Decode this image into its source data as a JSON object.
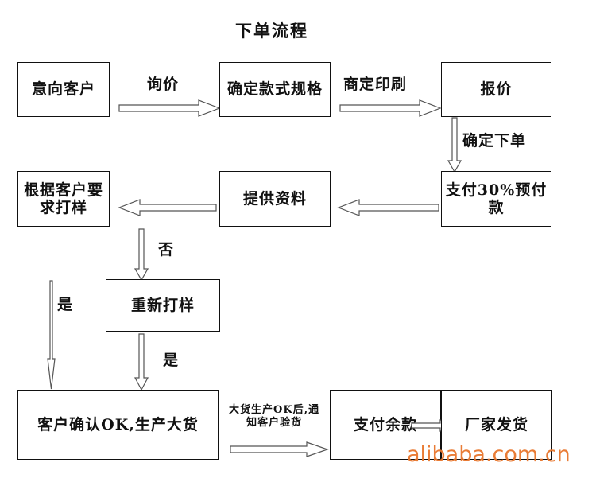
{
  "title": "下单流程",
  "colors": {
    "box_border": "#111111",
    "arrow_stroke": "#555555",
    "arrow_fill": "#ffffff",
    "text": "#111111",
    "watermark": "#e8762c",
    "background": "#ffffff"
  },
  "nodes": {
    "n1": "意向客户",
    "n2": "确定款式规格",
    "n3": "报价",
    "n4": "支付30%预付款",
    "n5": "提供资料",
    "n6": "根据客户要求打样",
    "n7": "重新打样",
    "n8": "客户确认OK,生产大货",
    "n9": "支付余款",
    "n10": "厂家发货"
  },
  "edge_labels": {
    "e1": "询价",
    "e2": "商定印刷",
    "e3": "确定下单",
    "e4": "否",
    "e5": "是",
    "e6": "是",
    "e7": "大货生产OK后,通\n知客户验货"
  },
  "edge_labels_split": {
    "e7_line1": "大货生产OK后,通",
    "e7_line2": "知客户验货"
  },
  "watermark": "alibaba.com.cn",
  "flow": {
    "type": "flowchart",
    "direction": "serpentine",
    "steps": [
      {
        "id": "n1",
        "label": "意向客户",
        "next": "n2",
        "via": "询价"
      },
      {
        "id": "n2",
        "label": "确定款式规格",
        "next": "n3",
        "via": "商定印刷"
      },
      {
        "id": "n3",
        "label": "报价",
        "next": "n4",
        "via": "确定下单"
      },
      {
        "id": "n4",
        "label": "支付30%预付款",
        "next": "n5",
        "via": ""
      },
      {
        "id": "n5",
        "label": "提供资料",
        "next": "n6",
        "via": ""
      },
      {
        "id": "n6",
        "label": "根据客户要求打样",
        "next": "n7",
        "via": "否"
      },
      {
        "id": "n6",
        "label": "根据客户要求打样",
        "next": "n8",
        "via": "是"
      },
      {
        "id": "n7",
        "label": "重新打样",
        "next": "n8",
        "via": "是"
      },
      {
        "id": "n8",
        "label": "客户确认OK,生产大货",
        "next": "n9",
        "via": "大货生产OK后,通知客户验货"
      },
      {
        "id": "n9",
        "label": "支付余款",
        "next": "n10",
        "via": ""
      }
    ]
  }
}
